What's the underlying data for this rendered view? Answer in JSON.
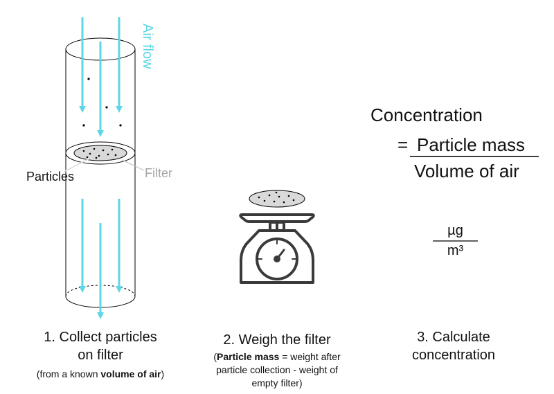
{
  "step1": {
    "air_flow_label": "Air flow",
    "particles_label": "Particles",
    "filter_label": "Filter",
    "caption_line1": "1. Collect particles",
    "caption_line2": "on filter",
    "note_prefix": "(from a known ",
    "note_bold": "volume of air",
    "note_suffix": ")"
  },
  "step2": {
    "caption": "2. Weigh the filter",
    "note_open": "(",
    "note_bold": "Particle mass",
    "note_line1_rest": " = weight after",
    "note_line2": "particle collection - weight of",
    "note_line3": "empty filter)"
  },
  "step3": {
    "formula_lhs": "Concentration",
    "equals": "=",
    "numerator": "Particle mass",
    "denominator": "Volume of air",
    "unit_numerator": "µg",
    "unit_denominator": "m³",
    "caption_line1": "3. Calculate",
    "caption_line2": "concentration"
  },
  "colors": {
    "air_flow": "#5fd6e6",
    "filter_label": "#a6a6a6",
    "outline": "#000000",
    "scale_body": "#3a3a3a",
    "filter_fill": "#d9d9d9"
  },
  "icons": {
    "cylinder": "cylinder-duct-icon",
    "filter": "filter-disc-icon",
    "scale": "kitchen-scale-icon",
    "arrow": "arrow-down-icon"
  }
}
